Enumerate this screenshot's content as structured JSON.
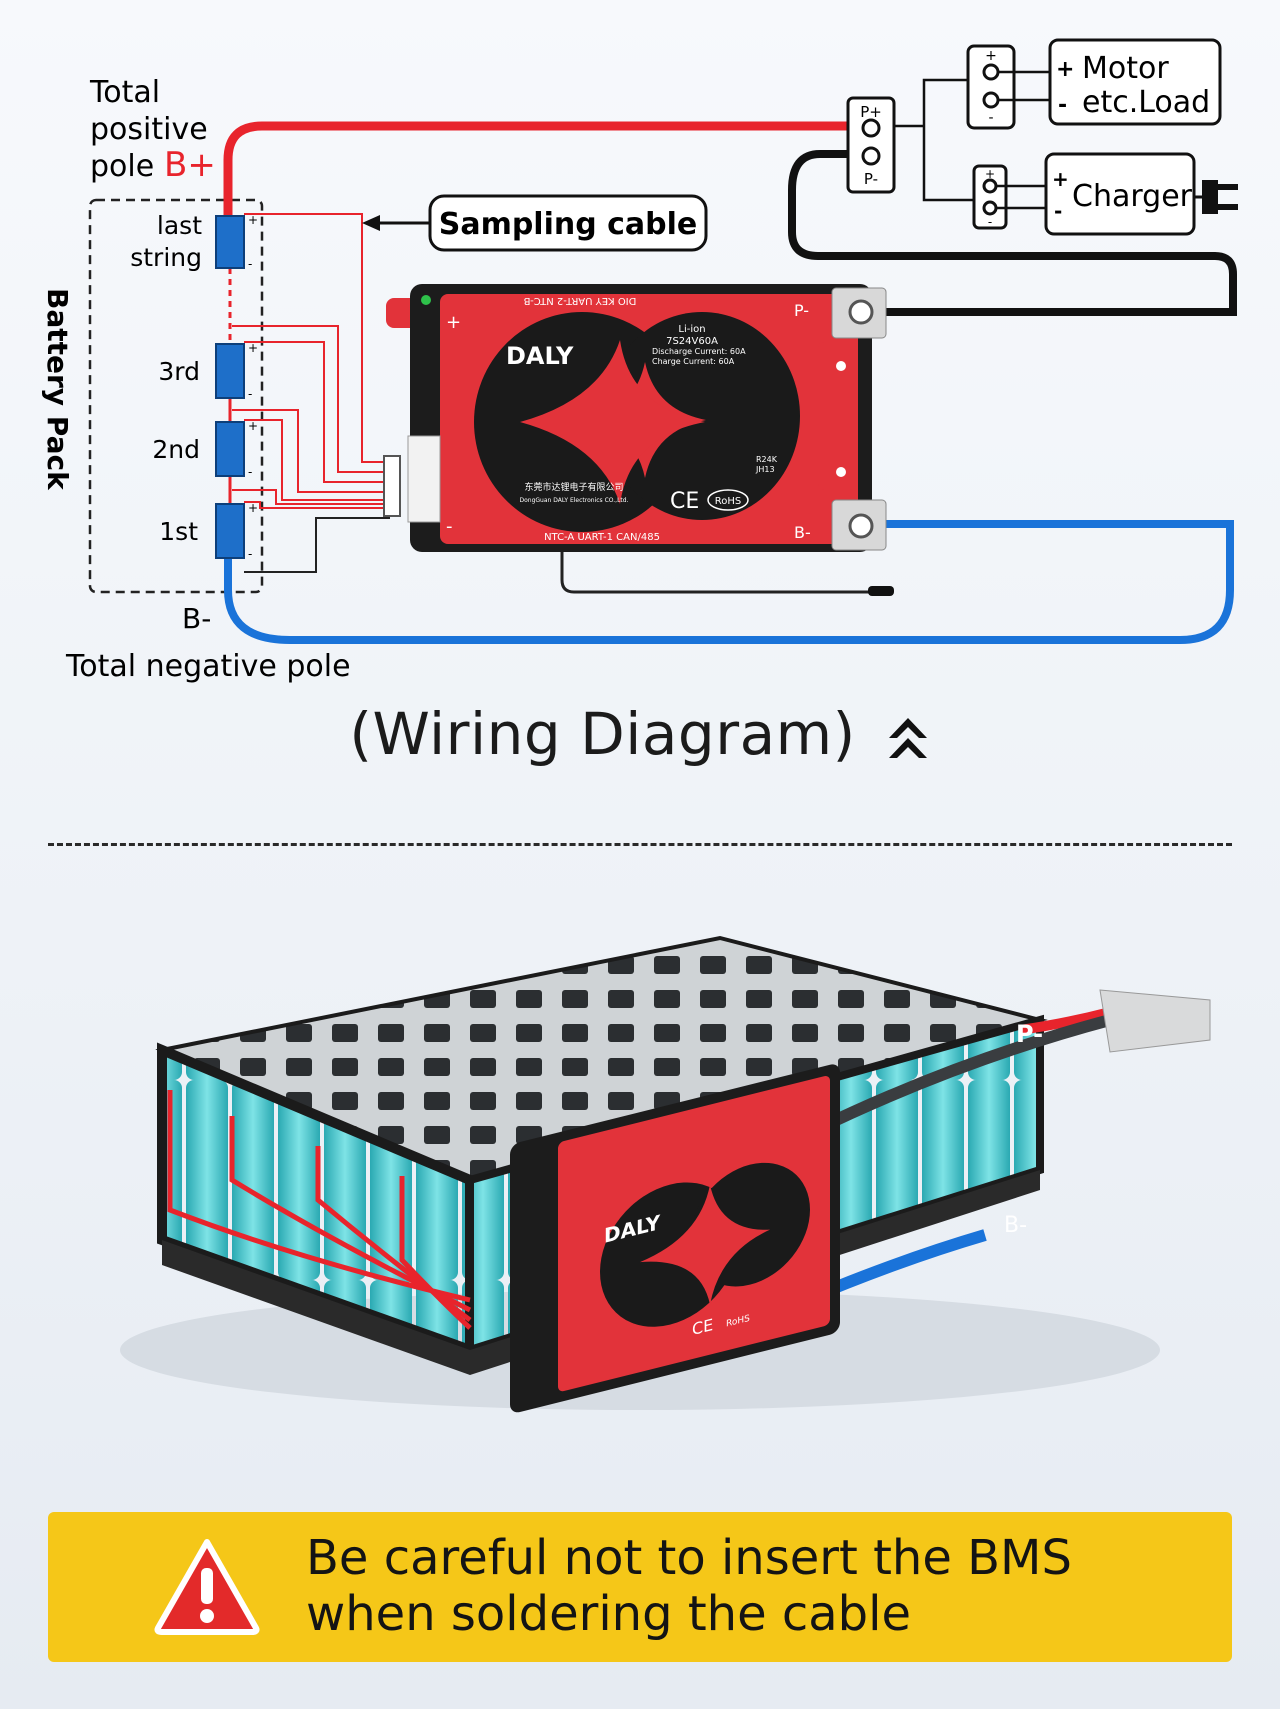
{
  "colors": {
    "positive": "#e8242c",
    "negative": "#1a73d9",
    "pminus": "#111111",
    "bms_red": "#e2333a",
    "cell_blue": "#1e6fc9",
    "cell_teal": "#5fd4d8",
    "warning_bg": "#f5c718",
    "warning_icon": "#e32a2a"
  },
  "diagram": {
    "total_positive": [
      "Total",
      "positive",
      "pole"
    ],
    "b_plus": "B+",
    "battery_pack": "Battery Pack",
    "cells": [
      "last",
      "string",
      "3rd",
      "2nd",
      "1st"
    ],
    "b_minus": "B-",
    "total_negative": "Total negative pole",
    "sampling_cable": "Sampling cable",
    "motor_lines": [
      "Motor",
      "etc.Load"
    ],
    "charger": "Charger",
    "p_plus": "P+",
    "p_minus": "P-",
    "plus_sign": "+",
    "minus_sign": "-"
  },
  "bms": {
    "brand": "DALY",
    "chemistry": "Li-ion",
    "model": "7S24V60A",
    "discharge": "Discharge  Current: 60A",
    "charge": "Charge      Current: 60A",
    "top_ports": "DIO  KEY  UART-2  NTC-B",
    "bottom_ports": "NTC-A   UART-1   CAN/485",
    "maker_cn": "东莞市达锂电子有限公司",
    "maker_en": "DongGuan DALY Electronics CO.,Ltd.",
    "ce": "CE",
    "rohs": "RoHS",
    "codes": [
      "R24K",
      "JH13"
    ],
    "p_minus": "P-",
    "b_minus": "B-",
    "plus": "+",
    "minus": "-"
  },
  "caption": "(Wiring Diagram)",
  "photo": {
    "p_minus": "P-",
    "b_minus": "B-"
  },
  "warning": {
    "line1": "Be careful not to insert the BMS",
    "line2": "when soldering the cable"
  }
}
